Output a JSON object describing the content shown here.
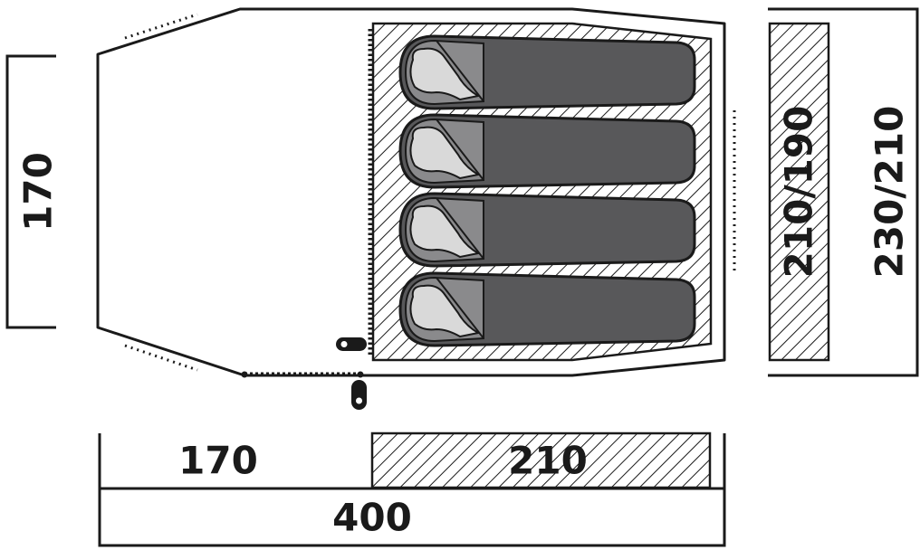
{
  "dimensions": {
    "vestibule_depth": "170",
    "vestibule_width": "170",
    "inner_tent_length": "210",
    "total_length": "400",
    "inner_width": "210/190",
    "outer_width": "230/210"
  },
  "sleeping_bags": [
    {
      "id": "bag-1"
    },
    {
      "id": "bag-2"
    },
    {
      "id": "bag-3"
    },
    {
      "id": "bag-4"
    }
  ],
  "colors": {
    "stroke": "#1a1a1a",
    "sleeping_bag": "#58585a",
    "hood": "#8a8a8c",
    "pillow": "#d9d9d9",
    "hatch": "#1a1a1a"
  }
}
